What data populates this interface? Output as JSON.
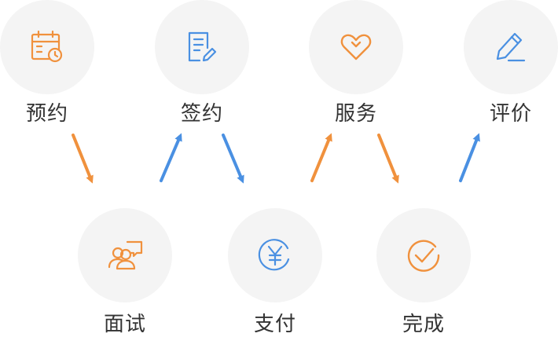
{
  "colors": {
    "orange": "#F0913D",
    "blue": "#4A90E2"
  },
  "steps": [
    {
      "id": "yuyue",
      "label": "预约",
      "icon": "calendar-clock-icon",
      "color": "#F0913D"
    },
    {
      "id": "mianshi",
      "label": "面试",
      "icon": "people-chat-icon",
      "color": "#F0913D"
    },
    {
      "id": "qianyue",
      "label": "签约",
      "icon": "document-pen-icon",
      "color": "#4A90E2"
    },
    {
      "id": "zhifu",
      "label": "支付",
      "icon": "yen-icon",
      "color": "#4A90E2"
    },
    {
      "id": "fuwu",
      "label": "服务",
      "icon": "heart-icon",
      "color": "#F0913D"
    },
    {
      "id": "wancheng",
      "label": "完成",
      "icon": "check-circle-icon",
      "color": "#F0913D"
    },
    {
      "id": "pingjia",
      "label": "评价",
      "icon": "pencil-icon",
      "color": "#4A90E2"
    }
  ]
}
